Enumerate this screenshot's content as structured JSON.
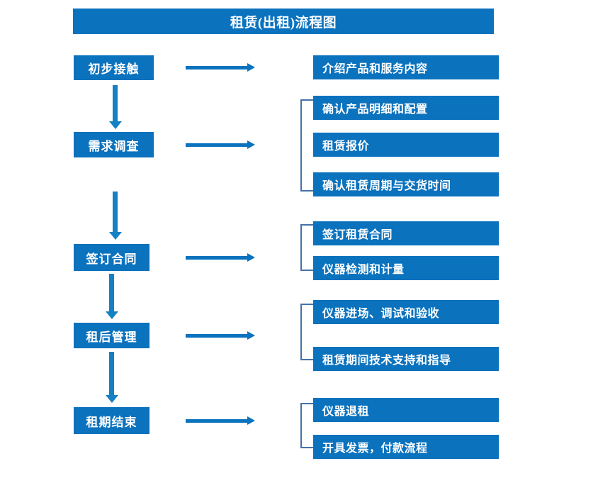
{
  "diagram": {
    "title": "租赁(出租)流程图",
    "accent_color": "#0B72BE",
    "bracket_color": "#4472A8",
    "arrow_color": "#1580C4",
    "text_color": "#FFFFFF",
    "background_color": "#FFFFFF"
  },
  "stages": [
    {
      "label": "初步接触"
    },
    {
      "label": "需求调查"
    },
    {
      "label": "签订合同"
    },
    {
      "label": "租后管理"
    },
    {
      "label": "租期结束"
    }
  ],
  "details": [
    {
      "label": "介绍产品和服务内容"
    },
    {
      "label": "确认产品明细和配置"
    },
    {
      "label": "租赁报价"
    },
    {
      "label": "确认租赁周期与交货时间"
    },
    {
      "label": "签订租赁合同"
    },
    {
      "label": "仪器检测和计量"
    },
    {
      "label": "仪器进场、调试和验收"
    },
    {
      "label": "租赁期间技术支持和指导"
    },
    {
      "label": "仪器退租"
    },
    {
      "label": "开具发票，付款流程"
    }
  ],
  "flow": {
    "stage_to_detail_arrows": 5,
    "stage_to_stage_arrows": 4,
    "grouping_brackets": 4
  }
}
